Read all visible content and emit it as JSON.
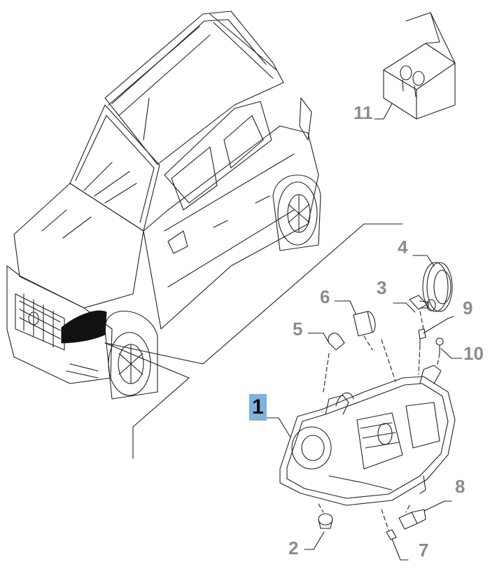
{
  "callouts": [
    {
      "id": "1",
      "text": "1",
      "selected": true
    },
    {
      "id": "2",
      "text": "2"
    },
    {
      "id": "3",
      "text": "3"
    },
    {
      "id": "4",
      "text": "4"
    },
    {
      "id": "5",
      "text": "5"
    },
    {
      "id": "6",
      "text": "6"
    },
    {
      "id": "7",
      "text": "7"
    },
    {
      "id": "8",
      "text": "8"
    },
    {
      "id": "9",
      "text": "9"
    },
    {
      "id": "10",
      "text": "10"
    },
    {
      "id": "11",
      "text": "11"
    }
  ],
  "colors": {
    "highlight": "#7fb2dc",
    "label": "#8c8c8c",
    "line": "#222222"
  }
}
